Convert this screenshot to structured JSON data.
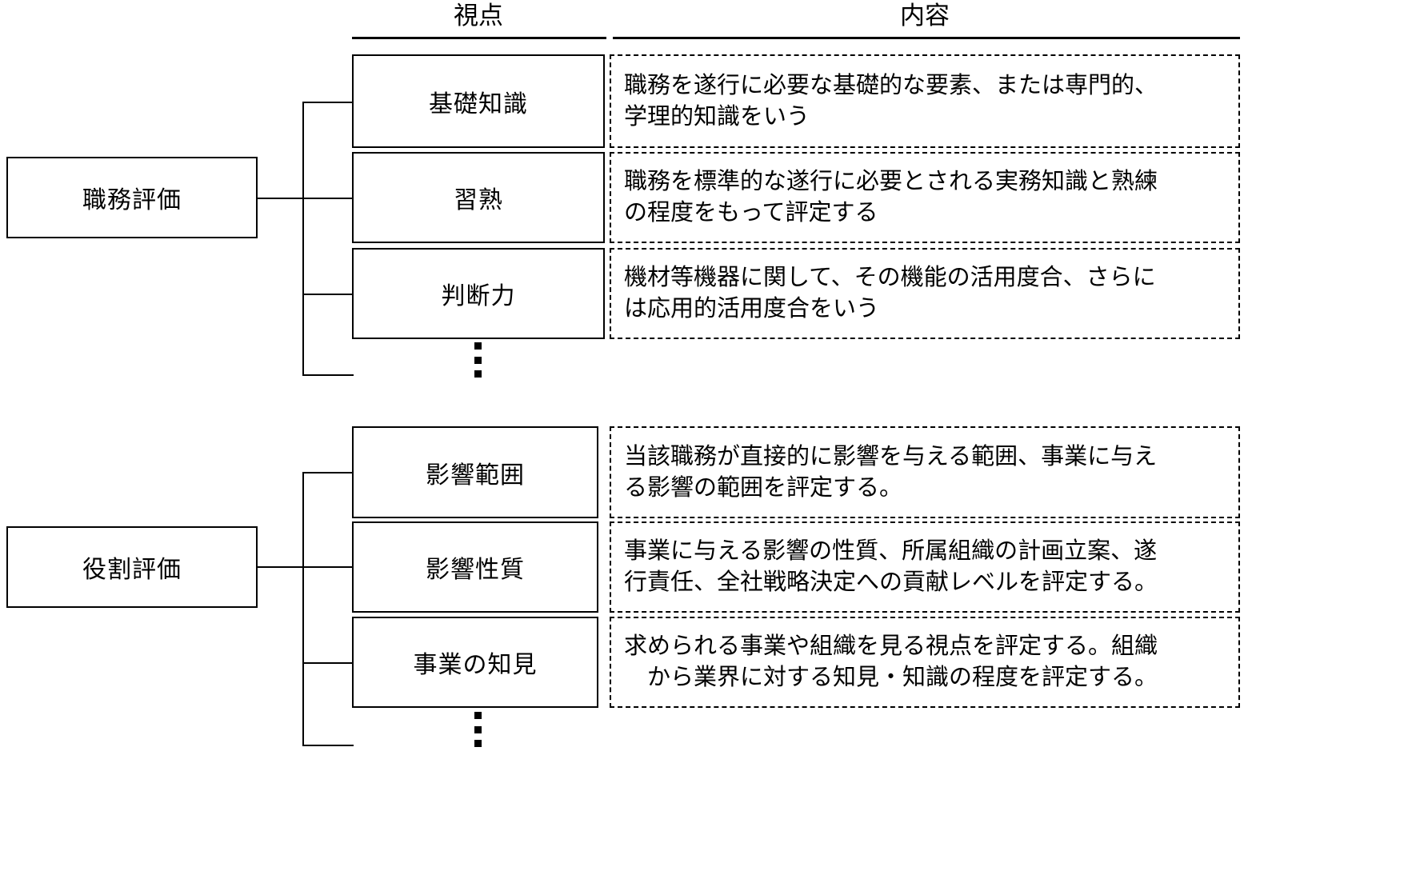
{
  "headers": {
    "viewpoint": "視点",
    "content": "内容"
  },
  "groups": [
    {
      "id": "job-evaluation",
      "root_label": "職務評価",
      "rows": [
        {
          "viewpoint": "基礎知識",
          "content": "職務を遂行に必要な基礎的な要素、または専門的、\n学理的知識をいう"
        },
        {
          "viewpoint": "習熟",
          "content": "職務を標準的な遂行に必要とされる実務知識と熟練\nの程度をもって評定する"
        },
        {
          "viewpoint": "判断力",
          "content": "機材等機器に関して、その機能の活用度合、さらに\nは応用的活用度合をいう"
        }
      ],
      "more_indicator": "⋮"
    },
    {
      "id": "role-evaluation",
      "root_label": "役割評価",
      "rows": [
        {
          "viewpoint": "影響範囲",
          "content": "当該職務が直接的に影響を与える範囲、事業に与え\nる影響の範囲を評定する。"
        },
        {
          "viewpoint": "影響性質",
          "content": "事業に与える影響の性質、所属組織の計画立案、遂\n行責任、全社戦略決定への貢献レベルを評定する。"
        },
        {
          "viewpoint": "事業の知見",
          "content": "求められる事業や組織を見る視点を評定する。組織\n　から業界に対する知見・知識の程度を評定する。"
        }
      ],
      "more_indicator": "⋮"
    }
  ],
  "colors": {
    "line": "#000000",
    "background": "#ffffff",
    "text": "#000000"
  }
}
